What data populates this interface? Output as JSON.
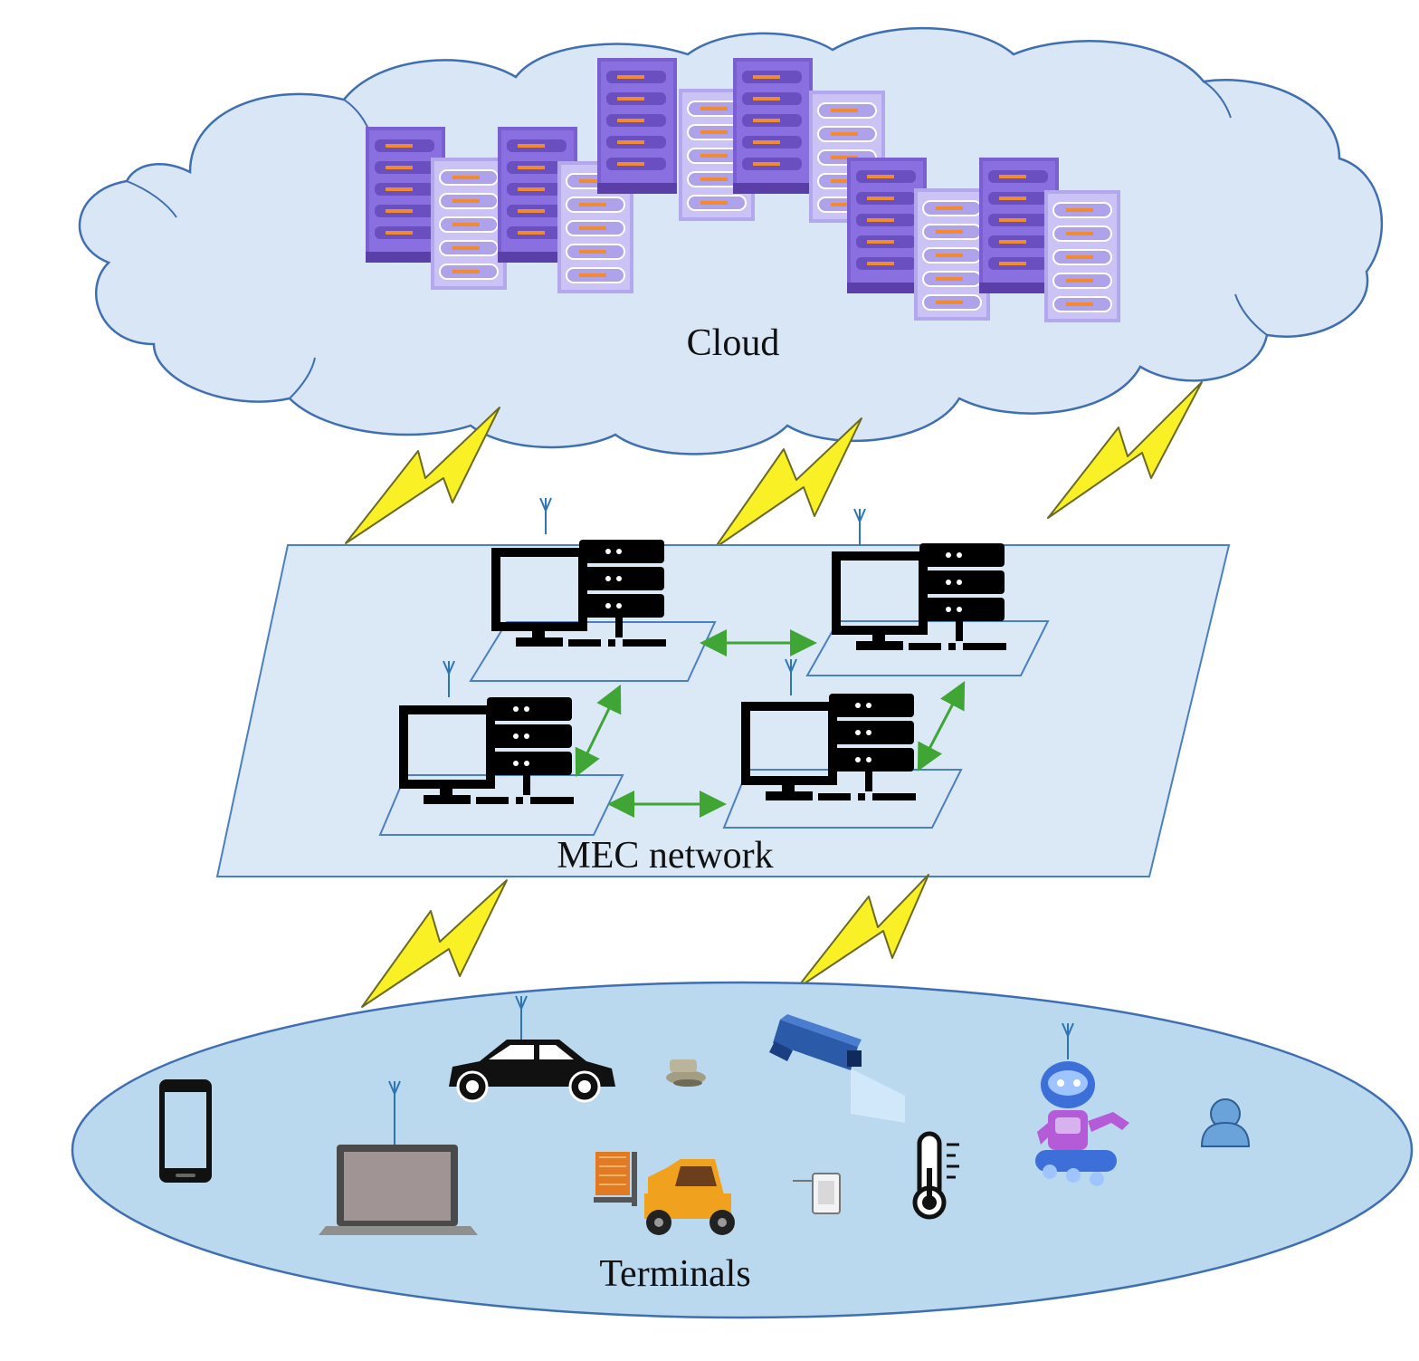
{
  "labels": {
    "cloud": "Cloud",
    "mec": "MEC network",
    "terminals": "Terminals"
  },
  "colors": {
    "cloud_fill": "#d9e6f5",
    "cloud_stroke": "#3f6fb1",
    "mec_fill": "#dbe9f6",
    "mec_stroke": "#4a7fc1",
    "terminal_fill": "#bad8ee",
    "bolt_fill": "#f9f126",
    "bolt_stroke": "#6b6a22",
    "link_arrow": "#3fa535",
    "server_purple": "#7a5fd0",
    "server_light": "#c2b8f2",
    "server_orange": "#f28a2e",
    "edge_server_black": "#000000",
    "antenna_blue": "#2e75b6"
  },
  "icons": {
    "cloud_servers": "server-rack-icon",
    "edge_nodes": "edge-server-icon",
    "links": "lightning-bolt-icon",
    "terminals": [
      "smartphone-icon",
      "laptop-icon",
      "car-icon",
      "drone-icon",
      "surveillance-camera-icon",
      "forklift-icon",
      "rfid-reader-icon",
      "thermometer-icon",
      "robot-icon",
      "user-icon"
    ]
  }
}
